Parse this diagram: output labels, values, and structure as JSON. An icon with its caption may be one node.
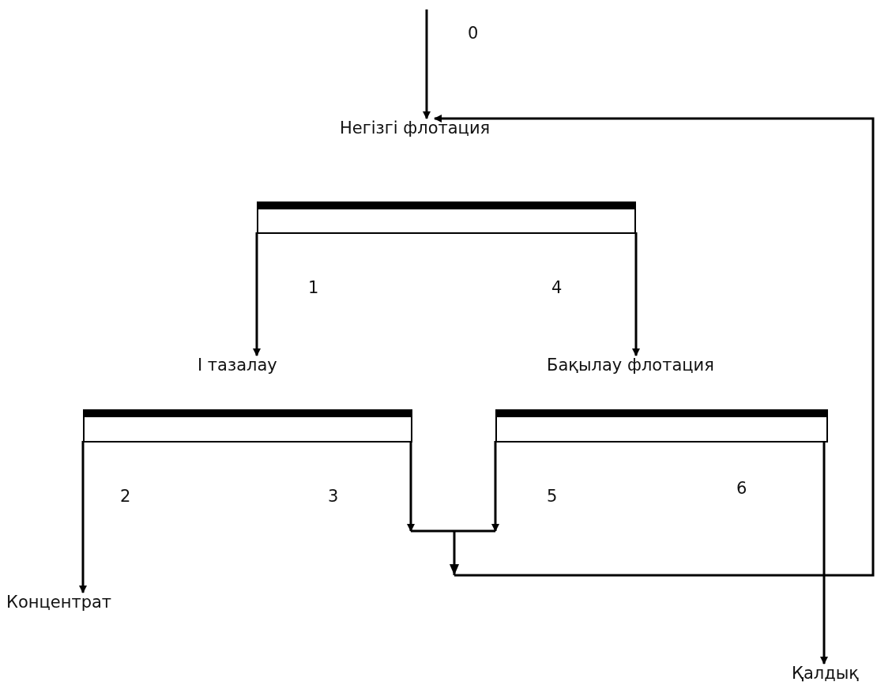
{
  "diagram": {
    "nodes": [
      {
        "text": [
          "Негізгі флотация"
        ]
      },
      {
        "text": [
          "І тазалау"
        ]
      },
      {
        "text": [
          "Бақылау флотация"
        ]
      },
      {
        "text": [
          "Концентрат"
        ]
      },
      {
        "text": [
          "Қалдық"
        ]
      }
    ],
    "edges": [
      {
        "from": null,
        "to": 0,
        "arrow": "to",
        "label": "0"
      },
      {
        "from": 0,
        "to": 1,
        "arrow": "to",
        "label": "1"
      },
      {
        "from": 0,
        "to": 2,
        "arrow": "to",
        "label": "4"
      },
      {
        "from": 1,
        "to": 3,
        "arrow": "to",
        "label": "2"
      },
      {
        "from": 2,
        "to": 4,
        "arrow": "to",
        "label": "6"
      },
      {
        "from": 1,
        "to": 0,
        "arrow": "to",
        "label": "3"
      },
      {
        "from": 2,
        "to": 0,
        "arrow": "to",
        "label": "5"
      }
    ]
  }
}
